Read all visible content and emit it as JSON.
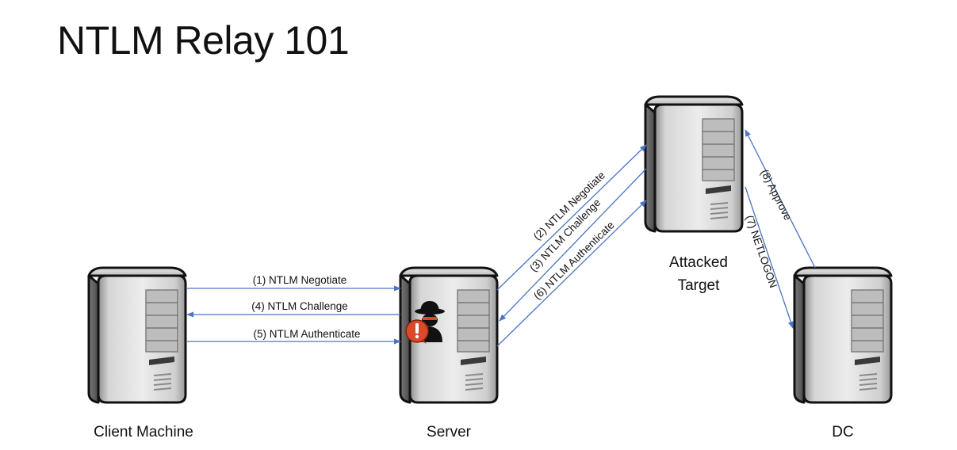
{
  "title": "NTLM Relay 101",
  "nodes": {
    "client": {
      "label": "Client Machine"
    },
    "server": {
      "label": "Server"
    },
    "target": {
      "label_line1": "Attacked",
      "label_line2": "Target"
    },
    "dc": {
      "label": "DC"
    }
  },
  "edges": {
    "e1": "(1) NTLM Negotiate",
    "e2": "(2) NTLM Negotiate",
    "e3": "(3) NTLM Challenge",
    "e4": "(4) NTLM Challenge",
    "e5": "(5) NTLM Authenticate",
    "e6": "(6) NTLM Authenticate",
    "e7": "(7) NETLOGON",
    "e8": "(8) Approve"
  },
  "colors": {
    "arrow": "#4a74c4",
    "server_body": "#c9c9c9",
    "alert": "#d94a2b"
  },
  "icons": {
    "attacker": "hacker-icon",
    "alert": "exclamation-alert-icon"
  }
}
